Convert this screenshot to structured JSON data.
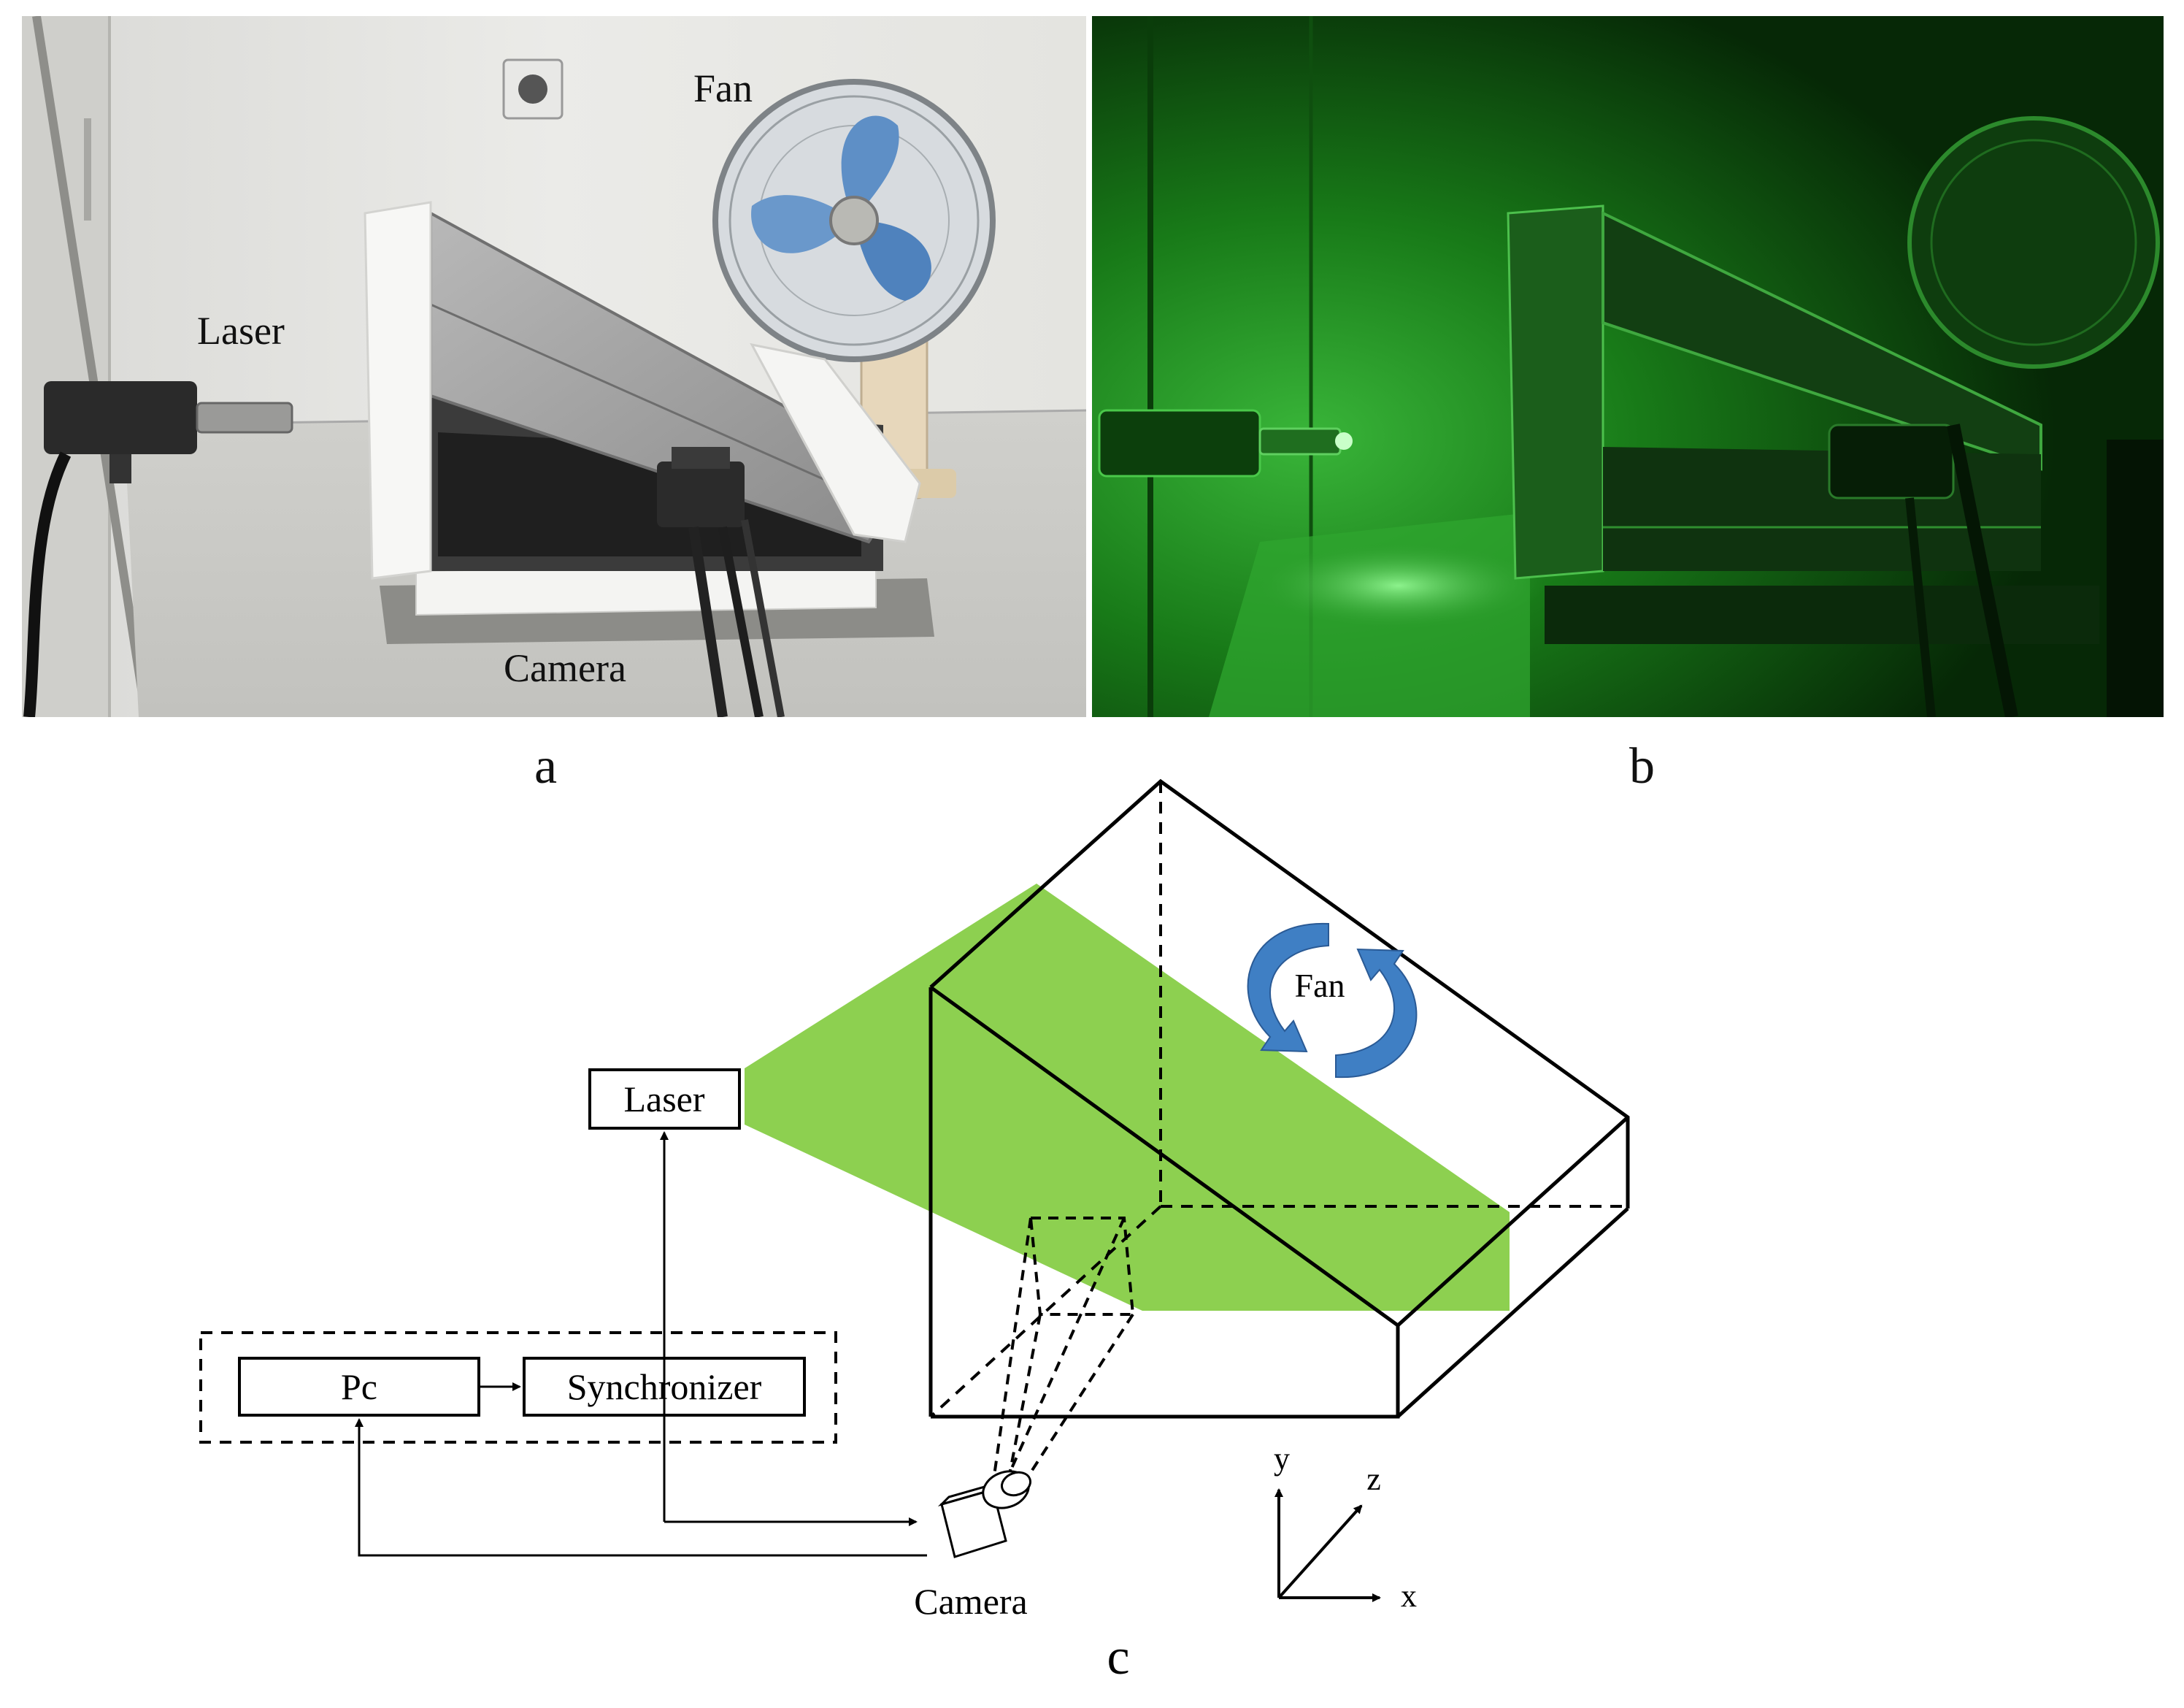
{
  "panels": {
    "a": {
      "letter": "a",
      "labels": {
        "fan": "Fan",
        "laser": "Laser",
        "camera": "Camera"
      }
    },
    "b": {
      "letter": "b"
    },
    "c": {
      "letter": "c",
      "labels": {
        "laser": "Laser",
        "fan": "Fan",
        "pc": "Pc",
        "synchronizer": "Synchronizer",
        "camera": "Camera",
        "axis_y": "y",
        "axis_z": "z",
        "axis_x": "x"
      }
    }
  },
  "colors": {
    "laser_sheet": "#8dd050",
    "fan_arrow": "#3f7fc4",
    "green_scene": "#1c8a1c"
  }
}
